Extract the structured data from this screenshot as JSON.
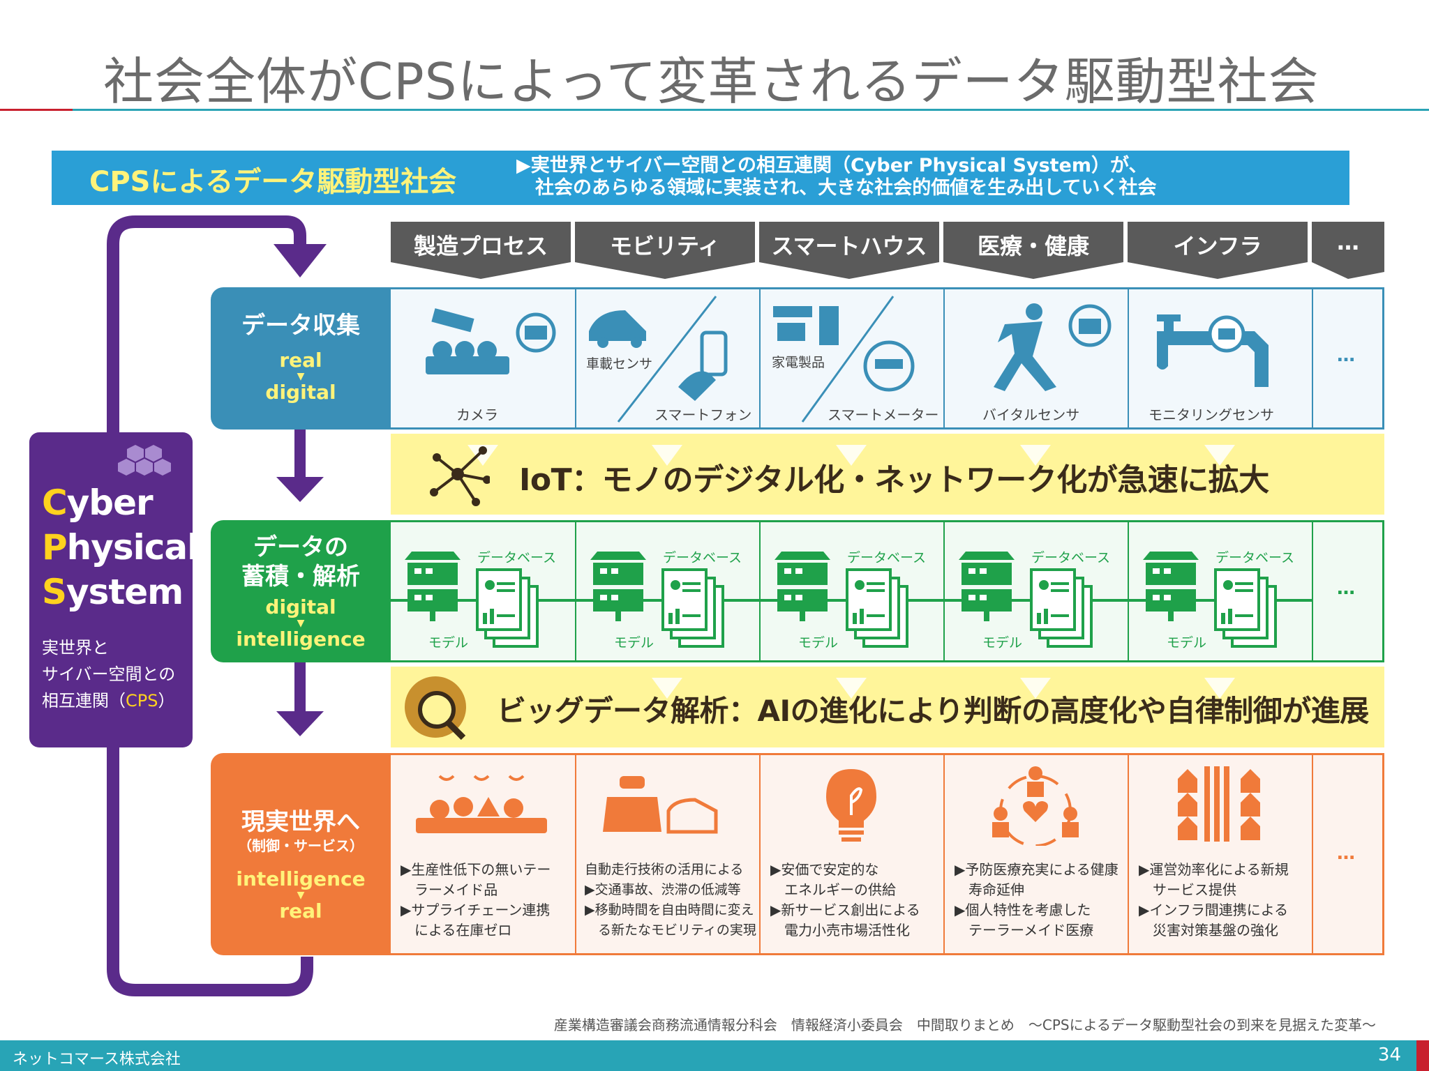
{
  "title": "社会全体がCPSによって変革されるデータ駆動型社会",
  "banner": {
    "title": "CPSによるデータ駆動型社会",
    "desc": "▶実世界とサイバー空間との相互連関（Cyber Physical System）が、\n　社会のあらゆる領域に実装され、大きな社会的価値を生み出していく社会"
  },
  "cps": {
    "c": "C",
    "yber": "yber",
    "p": "P",
    "hysical": "hysical",
    "s": "S",
    "ystem": "ystem",
    "desc_line1": "実世界と",
    "desc_line2": "サイバー空間との",
    "desc_line3_pre": "相互連関（",
    "desc_line3_hl": "CPS",
    "desc_line3_post": "）"
  },
  "columns": [
    "製造プロセス",
    "モビリティ",
    "スマートハウス",
    "医療・健康",
    "インフラ",
    "…"
  ],
  "rows": {
    "collect": {
      "label": "データ収集",
      "from": "real",
      "to": "digital",
      "arrow": "▼"
    },
    "store": {
      "label": "データの\n蓄積・解析",
      "from": "digital",
      "to": "intelligence",
      "arrow": "▼"
    },
    "real": {
      "label": "現実世界へ",
      "sub": "（制御・サービス）",
      "from": "intelligence",
      "to": "real",
      "arrow": "▼"
    }
  },
  "collect_cells": [
    {
      "labels": [
        "カメラ"
      ]
    },
    {
      "labels": [
        "車載センサ",
        "スマートフォン"
      ]
    },
    {
      "labels": [
        "家電製品",
        "スマートメーター"
      ]
    },
    {
      "labels": [
        "バイタルセンサ"
      ]
    },
    {
      "labels": [
        "モニタリングセンサ"
      ]
    },
    {
      "labels": [
        "…"
      ]
    }
  ],
  "iot_band": "IoT：モノのデジタル化・ネットワーク化が急速に拡大",
  "store_cells": {
    "db": "データベース",
    "model": "モデル",
    "more": "…"
  },
  "ai_band": "ビッグデータ解析：AIの進化により判断の高度化や自律制御が進展",
  "output_cells": [
    "▶生産性低下の無いテー\n　ラーメイド品\n▶サプライチェーン連携\n　による在庫ゼロ",
    "自動走行技術の活用による\n▶交通事故、渋滞の低減等\n▶移動時間を自由時間に変え\n　る新たなモビリティの実現",
    "▶安価で安定的な\n　エネルギーの供給\n▶新サービス創出による\n　電力小売市場活性化",
    "▶予防医療充実による健康\n　寿命延伸\n▶個人特性を考慮した\n　テーラーメイド医療",
    "▶運営効率化による新規\n　サービス提供\n▶インフラ間連携による\n　災害対策基盤の強化",
    "…"
  ],
  "source": "産業構造審議会商務流通情報分科会　情報経済小委員会　中間取りまとめ　～CPSによるデータ駆動型社会の到来を見据えた変革～",
  "footer": {
    "company": "ネットコマース株式会社",
    "page": "34"
  },
  "colors": {
    "blue": "#3a8fb7",
    "green": "#1fa14a",
    "orange": "#f07a3a",
    "purple": "#5a2b8a",
    "header_gray": "#5a5a5a",
    "yellow_band": "#fff59a"
  }
}
